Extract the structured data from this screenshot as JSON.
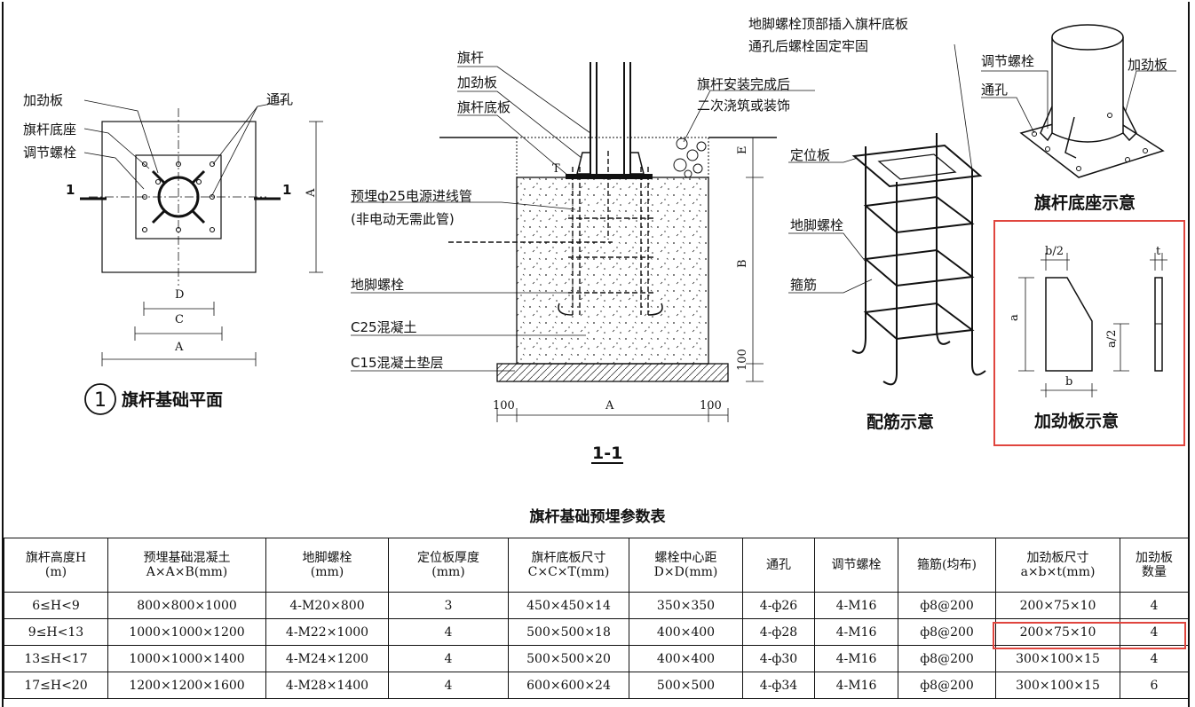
{
  "plan": {
    "labels": {
      "stiffener": "加劲板",
      "base": "旗杆底座",
      "adj_bolt": "调节螺栓",
      "hole": "通孔"
    },
    "section_mark": "1",
    "dims": {
      "D": "D",
      "C": "C",
      "A": "A",
      "A_side": "A"
    },
    "title_num": "1",
    "title": "旗杆基础平面"
  },
  "section": {
    "labels": {
      "pole": "旗杆",
      "stiffener": "加劲板",
      "base_plate": "旗杆底板",
      "after_install": "旗杆安装完成后",
      "secondary_pour": "二次浇筑或装饰",
      "conduit": "预埋ф25电源进线管",
      "conduit_note": "(非电动无需此管)",
      "anchor": "地脚螺栓",
      "c25": "C25混凝土",
      "c15": "C15混凝土垫层",
      "t": "T"
    },
    "dims": {
      "E": "E",
      "B": "B",
      "h100": "100",
      "left100": "100",
      "A": "A",
      "right100": "100"
    },
    "title": "1-1"
  },
  "rebar": {
    "note_line1": "地脚螺栓顶部插入旗杆底板",
    "note_line2": "通孔后螺栓固定牢固",
    "labels": {
      "locate_plate": "定位板",
      "anchor": "地脚螺栓",
      "stirrup": "箍筋"
    },
    "title": "配筋示意"
  },
  "base_iso": {
    "labels": {
      "adj_bolt": "调节螺栓",
      "hole": "通孔",
      "stiffener": "加劲板"
    },
    "title": "旗杆底座示意"
  },
  "stiffener_detail": {
    "dims": {
      "b_half": "b/2",
      "t": "t",
      "a": "a",
      "a_half": "a/2",
      "b": "b"
    },
    "title": "加劲板示意"
  },
  "table": {
    "title": "旗杆基础预埋参数表",
    "headers": [
      [
        "旗杆高度H",
        "(m)"
      ],
      [
        "预埋基础混凝土",
        "A×A×B(mm)"
      ],
      [
        "地脚螺栓",
        "(mm)"
      ],
      [
        "定位板厚度",
        "(mm)"
      ],
      [
        "旗杆底板尺寸",
        "C×C×T(mm)"
      ],
      [
        "螺栓中心距",
        "D×D(mm)"
      ],
      [
        "通孔",
        ""
      ],
      [
        "调节螺栓",
        ""
      ],
      [
        "箍筋(均布)",
        ""
      ],
      [
        "加劲板尺寸",
        "a×b×t(mm)"
      ],
      [
        "加劲板",
        "数量"
      ]
    ],
    "rows": [
      [
        "6≤H<9",
        "800×800×1000",
        "4-M20×800",
        "3",
        "450×450×14",
        "350×350",
        "4-ф26",
        "4-M16",
        "ф8@200",
        "200×75×10",
        "4"
      ],
      [
        "9≤H<13",
        "1000×1000×1200",
        "4-M22×1000",
        "4",
        "500×500×18",
        "400×400",
        "4-ф28",
        "4-M16",
        "ф8@200",
        "200×75×10",
        "4"
      ],
      [
        "13≤H<17",
        "1000×1000×1400",
        "4-M24×1200",
        "4",
        "500×500×20",
        "400×400",
        "4-ф30",
        "4-M16",
        "ф8@200",
        "300×100×15",
        "4"
      ],
      [
        "17≤H<20",
        "1200×1200×1600",
        "4-M28×1400",
        "4",
        "600×600×24",
        "500×500",
        "4-ф34",
        "4-M16",
        "ф8@200",
        "300×100×15",
        "6"
      ]
    ]
  },
  "colors": {
    "highlight": "#e0453e",
    "ink": "#111111"
  }
}
